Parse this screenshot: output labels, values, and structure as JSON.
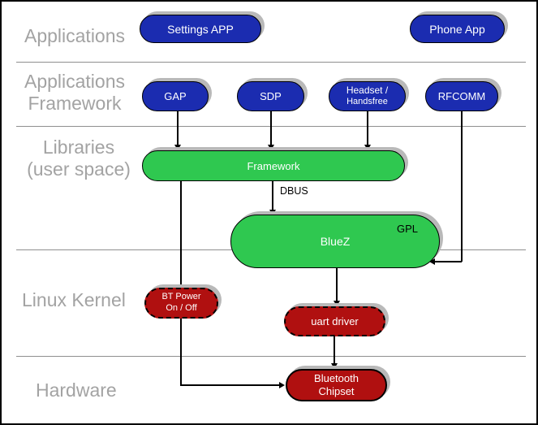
{
  "layers": {
    "applications": "Applications",
    "applications_framework": "Applications\nFramework",
    "libraries": "Libraries\n(user space)",
    "linux_kernel": "Linux Kernel",
    "hardware": "Hardware"
  },
  "nodes": {
    "settings_app": {
      "label": "Settings APP"
    },
    "phone_app": {
      "label": "Phone App"
    },
    "gap": {
      "label": "GAP"
    },
    "sdp": {
      "label": "SDP"
    },
    "headset": {
      "line1": "Headset /",
      "line2": "Handsfree"
    },
    "rfcomm": {
      "label": "RFCOMM"
    },
    "framework": {
      "label": "Framework"
    },
    "bluez": {
      "label": "BlueZ",
      "tag": "GPL"
    },
    "bt_power": {
      "line1": "BT Power",
      "line2": "On / Off"
    },
    "uart_driver": {
      "label": "uart driver"
    },
    "bluetooth_chipset": {
      "line1": "Bluetooth",
      "line2": "Chipset"
    }
  },
  "edges": {
    "dbus_label": "DBUS",
    "connections": [
      {
        "from": "GAP",
        "to": "Framework"
      },
      {
        "from": "SDP",
        "to": "Framework"
      },
      {
        "from": "Headset / Handsfree",
        "to": "Framework"
      },
      {
        "from": "Framework",
        "to": "BlueZ",
        "label": "DBUS"
      },
      {
        "from": "RFCOMM",
        "to": "BlueZ"
      },
      {
        "from": "BlueZ",
        "to": "uart driver"
      },
      {
        "from": "uart driver",
        "to": "Bluetooth Chipset"
      },
      {
        "from": "Framework",
        "to": "Bluetooth Chipset"
      }
    ]
  },
  "colors": {
    "app_node_blue": "#1b2cb0",
    "userspace_node_green": "#2fc850",
    "kernel_node_red": "#b01010",
    "layer_label_gray": "#a3a3a3",
    "divider_gray": "#8f8f8f",
    "shadow_gray": "#b9b9b9"
  }
}
